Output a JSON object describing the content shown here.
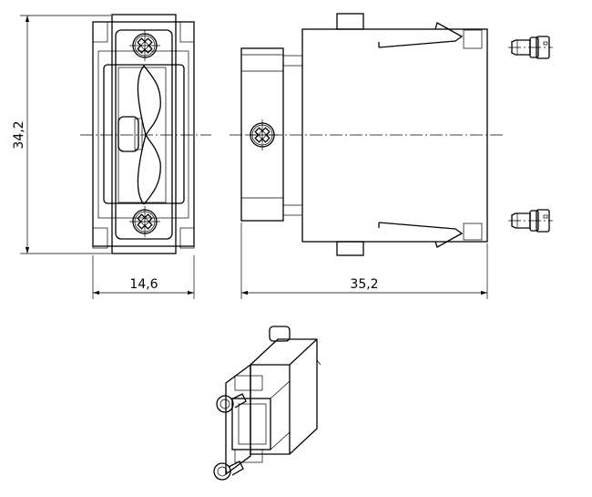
{
  "drawing": {
    "dimensions": {
      "height": "34,2",
      "front_width": "14,6",
      "side_length": "35,2"
    },
    "line_color": "#000000",
    "background": "#ffffff"
  }
}
